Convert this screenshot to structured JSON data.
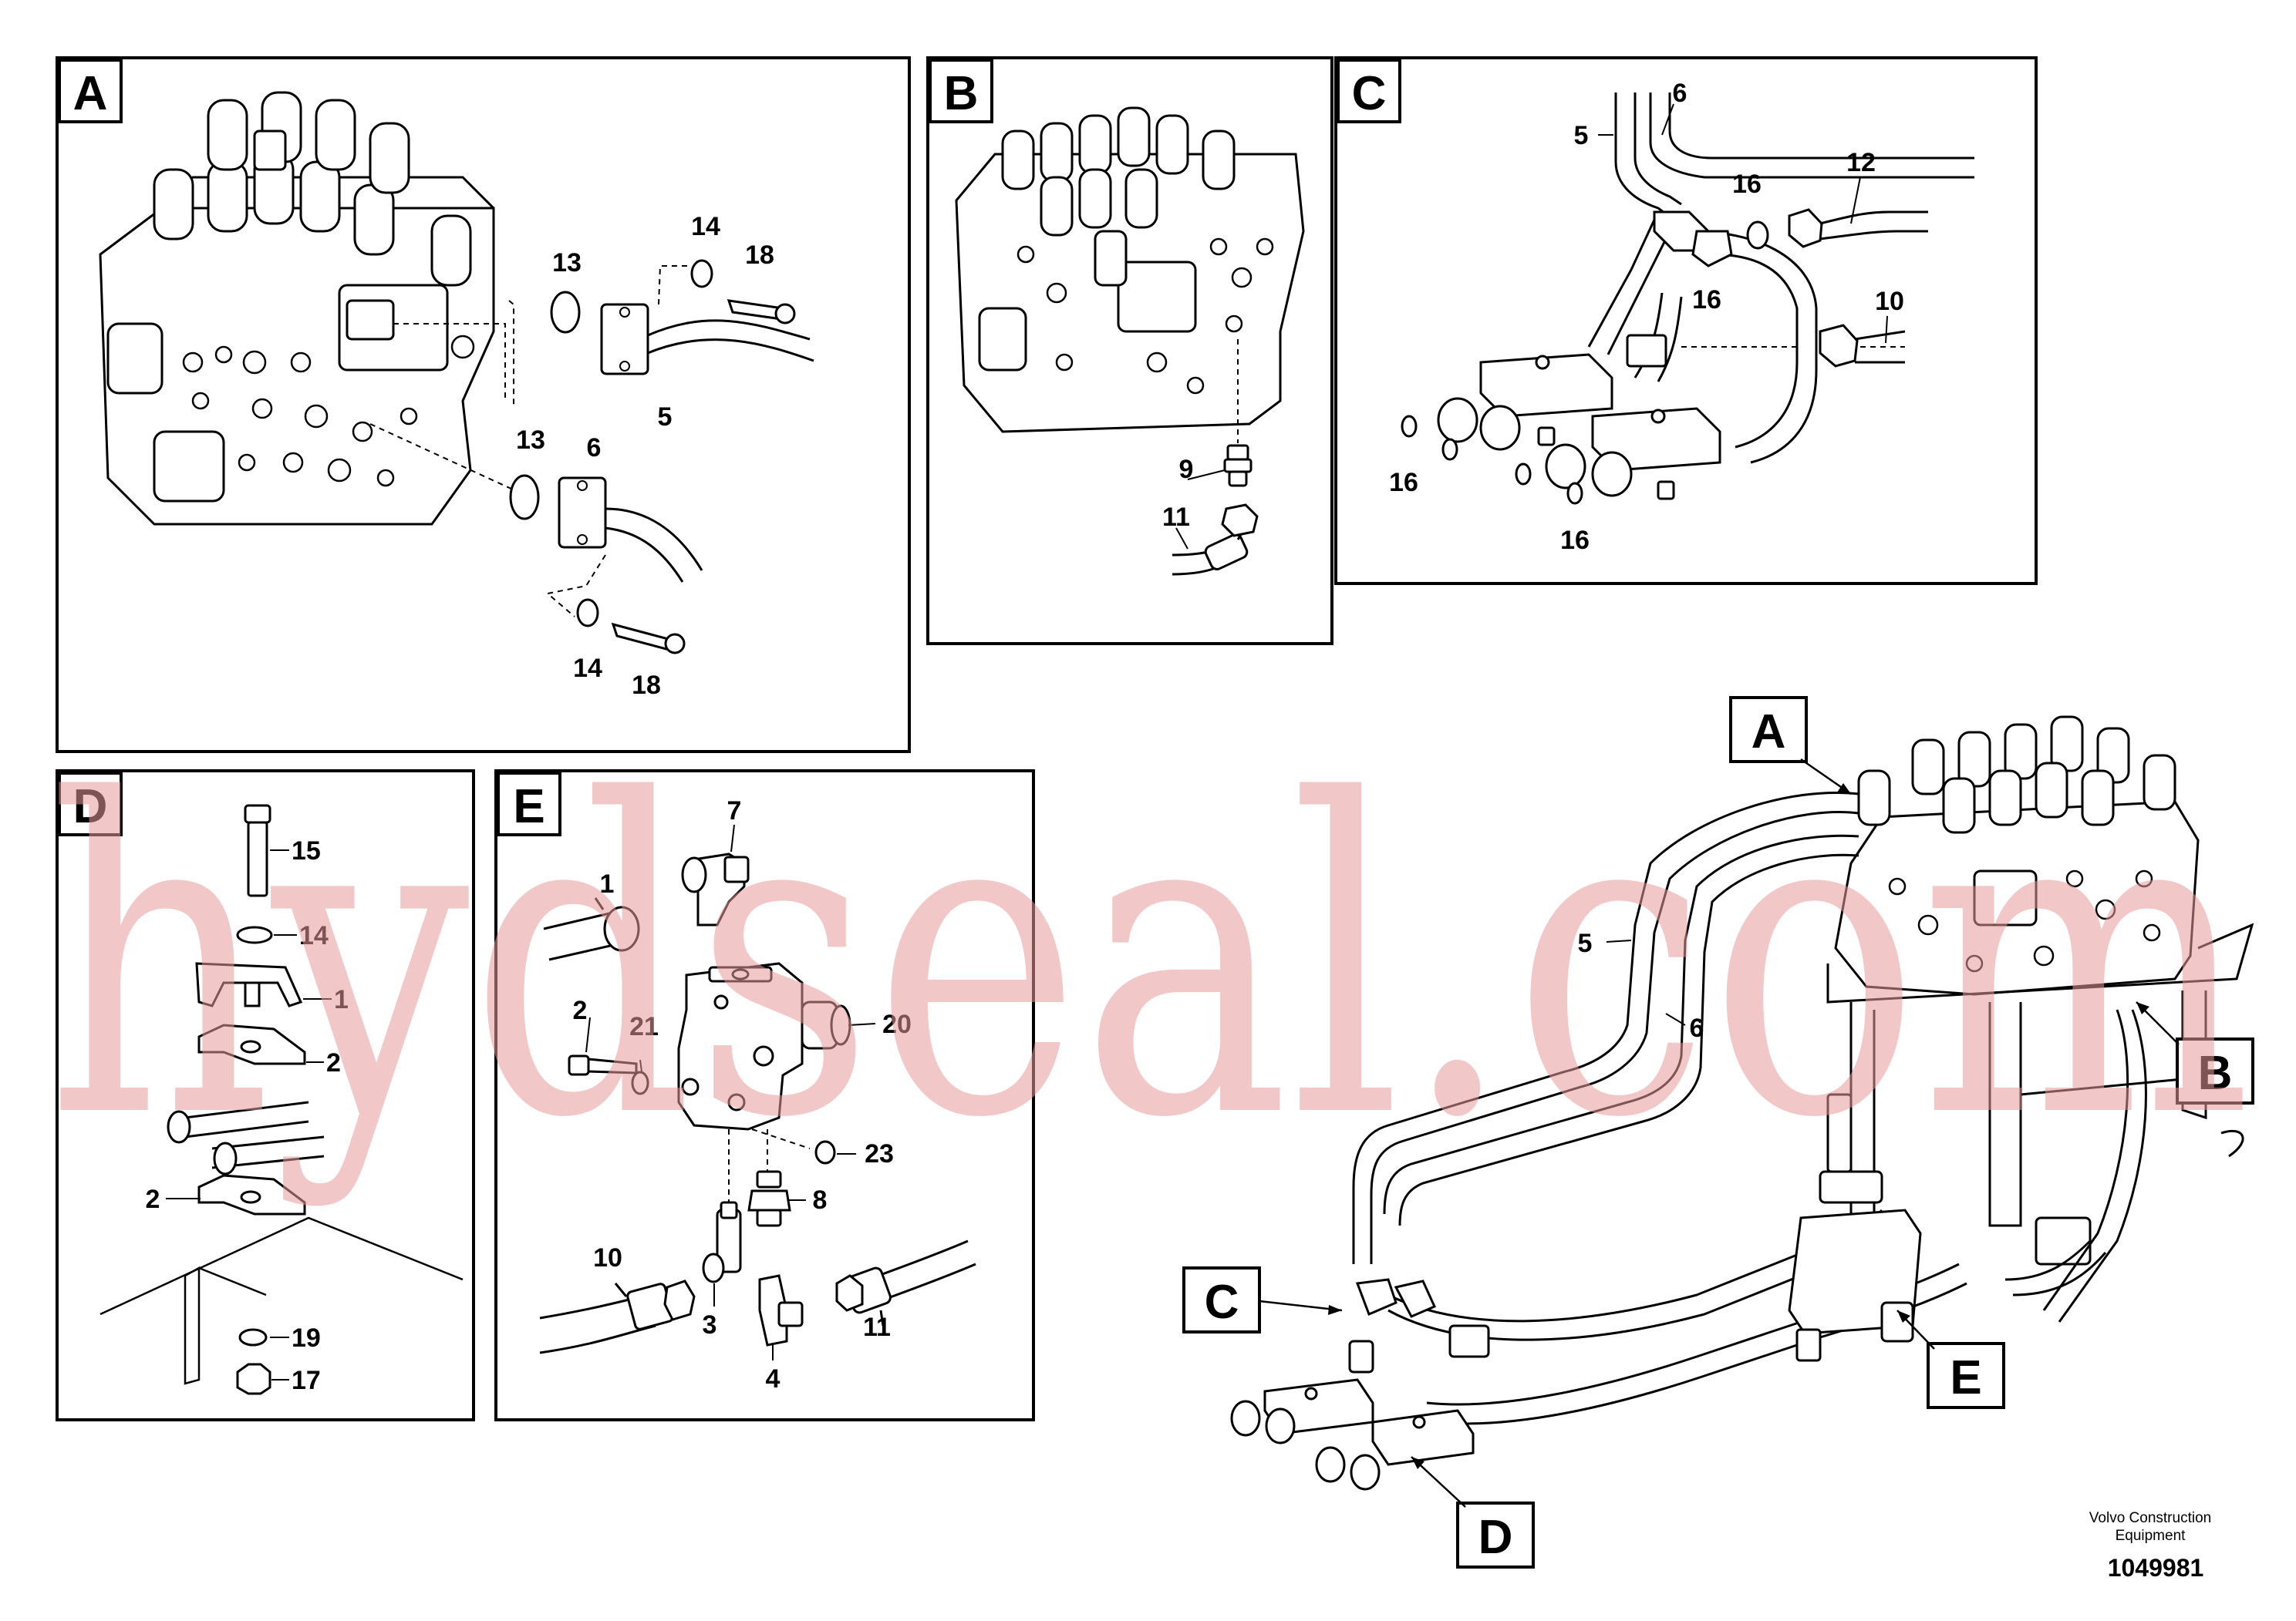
{
  "panels": {
    "A": {
      "letter": "A",
      "labels": [
        "13",
        "14",
        "18",
        "5",
        "13",
        "6",
        "14",
        "18"
      ]
    },
    "B": {
      "letter": "B",
      "labels": [
        "9",
        "11"
      ]
    },
    "C": {
      "letter": "C",
      "labels": [
        "6",
        "5",
        "16",
        "12",
        "16",
        "10",
        "16",
        "16"
      ]
    },
    "D": {
      "letter": "D",
      "labels": [
        "15",
        "14",
        "1",
        "2",
        "2",
        "19",
        "17"
      ]
    },
    "E": {
      "letter": "E",
      "labels": [
        "1",
        "7",
        "2",
        "21",
        "20",
        "23",
        "8",
        "10",
        "3",
        "4",
        "11"
      ]
    }
  },
  "overview": {
    "callouts": [
      "A",
      "B",
      "C",
      "D",
      "E"
    ],
    "labels": [
      "5",
      "6"
    ]
  },
  "watermark": "hydseal.com",
  "footer": {
    "company": "Volvo Construction",
    "company2": "Equipment",
    "drawing_number": "1049981"
  }
}
